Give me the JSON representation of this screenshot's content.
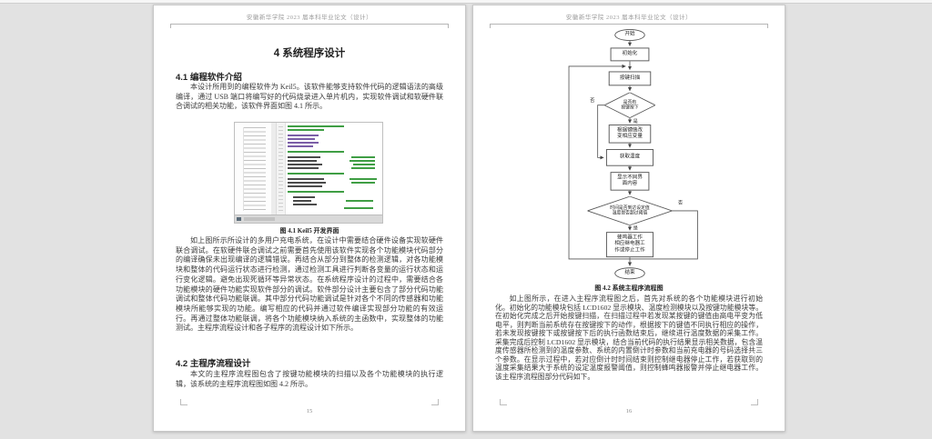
{
  "app": {
    "canvas_color": "#e2e2e2",
    "accent_green": "#3f9e44",
    "accent_purple": "#7b5ea7"
  },
  "page_left": {
    "header": "安徽新华学院 2023 届本科毕业论文（设计）",
    "title": "4  系统程序设计",
    "section1_heading": "4.1  编程软件介绍",
    "para1": "本设计所用到的编程软件为 Keil5。该软件能够支持软件代码的逻辑语法的高级编译，通过 USB 端口将编写好的代码烧录进入单片机内，实现软件调试和软硬件联合调试的相关功能，该软件界面如图 4.1 所示。",
    "figure_caption": "图 4.1 Keil5 开发界面",
    "para2": "如上图所示所设计的多用户充电系统，在设计中需要结合硬件设备实现软硬件联合调试。在软硬件联合调试之前需要首先使用该软件实现各个功能模块代码部分的编译确保未出现编译的逻辑错误。再结合从部分到整体的检测逻辑，对各功能模块和整体的代码运行状态进行检测，通过检测工具进行判断各变量的运行状态和运行变化逻辑。避免出现死循环等异常状态。在系统程序设计的过程中，需要结合各功能模块的硬件功能实现软件部分的调试。软件部分设计主要包含了部分代码功能调试和整体代码功能联调。其中部分代码功能调试是针对各个不同的传感器和功能模块所能够实现的功能。编写相应的代码并通过软件编译实现部分功能的有效运行。再通过整体功能联调，将各个功能模块纳入系统的主函数中，实现整体的功能测试。主程序流程设计和各子程序的流程设计如下所示。",
    "section2_heading": "4.2  主程序流程设计",
    "para3": "本文的主程序流程图包含了按键功能模块的扫描以及各个功能模块的执行逻辑，该系统的主程序流程图如图 4.2 所示。",
    "page_number": "15"
  },
  "page_right": {
    "header": "安徽新华学院 2023 届本科毕业论文（设计）",
    "figure_caption": "图 4.2 系统主程序流程图",
    "para1": "如上图所示，在进入主程序流程图之后，首先对系统的各个功能模块进行初始化。初始化的功能模块包括 LCD1602 显示模块、温度检测模块以及按键功能模块等。在初始化完成之后开始按键扫描，在扫描过程中若发现某按键的键值由高电平变为低电平，则判断当前系统存在按键按下的动作，根据按下的键值不同执行相应的操作，若未发现按键按下或按键按下后的执行函数结束后，继续进行温度数据的采集工作。采集完成后控制 LCD1602 显示模块，结合当前代码的执行结果显示相关数据，包含温度传感器所检测到的温度参数、系统的内置倒计时参数和当前充电器的号码选择共三个参数。在显示过程中，若对应倒计时时间结束则控制继电器停止工作，若获取到的温度采集结果大于系统的设定温度报警阈值，则控制蜂鸣器报警并停止继电器工作。该主程序流程图部分代码如下。",
    "page_number": "16"
  },
  "flowchart": {
    "nodes": {
      "start": "开始",
      "init": "初始化",
      "key_scan": "按键扫描",
      "key_pressed": "是否有\n按键按下",
      "change_var": "根据键值改\n变相应变量",
      "get_temp": "获取温度",
      "display": "显示不同界\n面内容",
      "threshold": "时间是否到达设定值\n温度是否超过阈值",
      "buzzer": "蜂鸣器工作\n相应继电器工\n作或停止工作",
      "end": "结束"
    },
    "labels": {
      "yes": "是",
      "no": "否"
    }
  }
}
